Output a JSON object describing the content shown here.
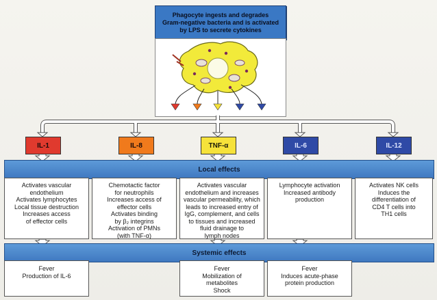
{
  "header": {
    "lines": [
      "Phagocyte ingests and degrades",
      "Gram-negative bacteria and is activated",
      "by LPS to secrete cytokines"
    ]
  },
  "cytokines": [
    {
      "label": "IL-1",
      "color": "#e03a2e"
    },
    {
      "label": "IL-8",
      "color": "#f07a1c"
    },
    {
      "label": "TNF-α",
      "color": "#f6e23a"
    },
    {
      "label": "IL-6",
      "color": "#2f4aa6"
    },
    {
      "label": "IL-12",
      "color": "#2f4aa6"
    }
  ],
  "local_effects": {
    "title": "Local effects",
    "panels": [
      {
        "lines": [
          "Activates vascular",
          "endothelium",
          "Activates lymphocytes",
          "Local tissue destruction",
          "Increases access",
          "of effector cells"
        ]
      },
      {
        "lines": [
          "Chemotactic factor",
          "for neutrophils",
          "Increases access of",
          "effector cells",
          "Activates binding",
          "by β₂ integrins",
          "Activation of PMNs",
          "(with TNF-α)"
        ]
      },
      {
        "lines": [
          "Activates vascular",
          "endothelium and increases",
          "vascular permeability, which",
          "leads to increased entry of",
          "IgG, complement, and cells",
          "to tissues and increased",
          "fluid drainage to",
          "lymph nodes"
        ]
      },
      {
        "lines": [
          "Lymphocyte activation",
          "Increased antibody",
          "production"
        ]
      },
      {
        "lines": [
          "Activates NK cells",
          "Induces the",
          "differentiation of",
          "CD4 T cells into",
          "TH1 cells"
        ]
      }
    ]
  },
  "systemic_effects": {
    "title": "Systemic effects",
    "panels": [
      {
        "lines": [
          "Fever",
          "Production of IL-6"
        ]
      },
      {
        "lines": [
          "Fever",
          "Mobilization of",
          "metabolites",
          "Shock"
        ]
      },
      {
        "lines": [
          "Fever",
          "Induces acute-phase",
          "protein production"
        ]
      }
    ]
  }
}
